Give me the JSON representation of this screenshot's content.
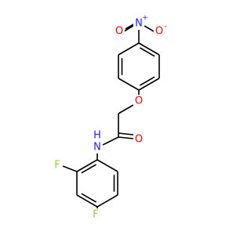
{
  "molecule": {
    "atoms": {
      "n_nitro": {
        "text": "N",
        "charge": "+",
        "color": "#2222ff"
      },
      "o_nitro_left": {
        "text": "O",
        "charge": "",
        "color": "#ff0000"
      },
      "o_nitro_right": {
        "text": "O",
        "charge": "-",
        "color": "#ff0000"
      },
      "o_ether": {
        "text": "O",
        "charge": "",
        "color": "#ff0000"
      },
      "o_carbonyl": {
        "text": "O",
        "charge": "",
        "color": "#ff0000"
      },
      "n_amide": {
        "text": "N",
        "charge": "",
        "color": "#2222ff"
      },
      "h_amide": {
        "text": "H",
        "charge": "",
        "color": "#2222ff"
      },
      "f_ortho": {
        "text": "F",
        "charge": "",
        "color": "#9acd32"
      },
      "f_para": {
        "text": "F",
        "charge": "",
        "color": "#9acd32"
      }
    },
    "bond_color": "#000000"
  }
}
